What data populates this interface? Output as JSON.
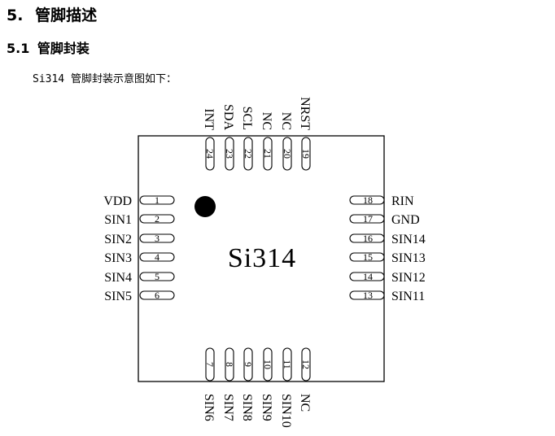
{
  "section": {
    "number": "5.",
    "title": "管脚描述"
  },
  "subsection": {
    "number": "5.1",
    "title": "管脚封装"
  },
  "intro_text": "Si314 管脚封装示意图如下：",
  "chip": {
    "name": "Si314",
    "pins": [
      {
        "num": "1",
        "label": "VDD"
      },
      {
        "num": "2",
        "label": "SIN1"
      },
      {
        "num": "3",
        "label": "SIN2"
      },
      {
        "num": "4",
        "label": "SIN3"
      },
      {
        "num": "5",
        "label": "SIN4"
      },
      {
        "num": "6",
        "label": "SIN5"
      },
      {
        "num": "7",
        "label": "SIN6"
      },
      {
        "num": "8",
        "label": "SIN7"
      },
      {
        "num": "9",
        "label": "SIN8"
      },
      {
        "num": "10",
        "label": "SIN9"
      },
      {
        "num": "11",
        "label": "SIN10"
      },
      {
        "num": "12",
        "label": "NC"
      },
      {
        "num": "13",
        "label": "SIN11"
      },
      {
        "num": "14",
        "label": "SIN12"
      },
      {
        "num": "15",
        "label": "SIN13"
      },
      {
        "num": "16",
        "label": "SIN14"
      },
      {
        "num": "17",
        "label": "GND"
      },
      {
        "num": "18",
        "label": "RIN"
      },
      {
        "num": "19",
        "label": "NRST"
      },
      {
        "num": "20",
        "label": "NC"
      },
      {
        "num": "21",
        "label": "NC"
      },
      {
        "num": "22",
        "label": "SCL"
      },
      {
        "num": "23",
        "label": "SDA"
      },
      {
        "num": "24",
        "label": "INT"
      }
    ]
  }
}
